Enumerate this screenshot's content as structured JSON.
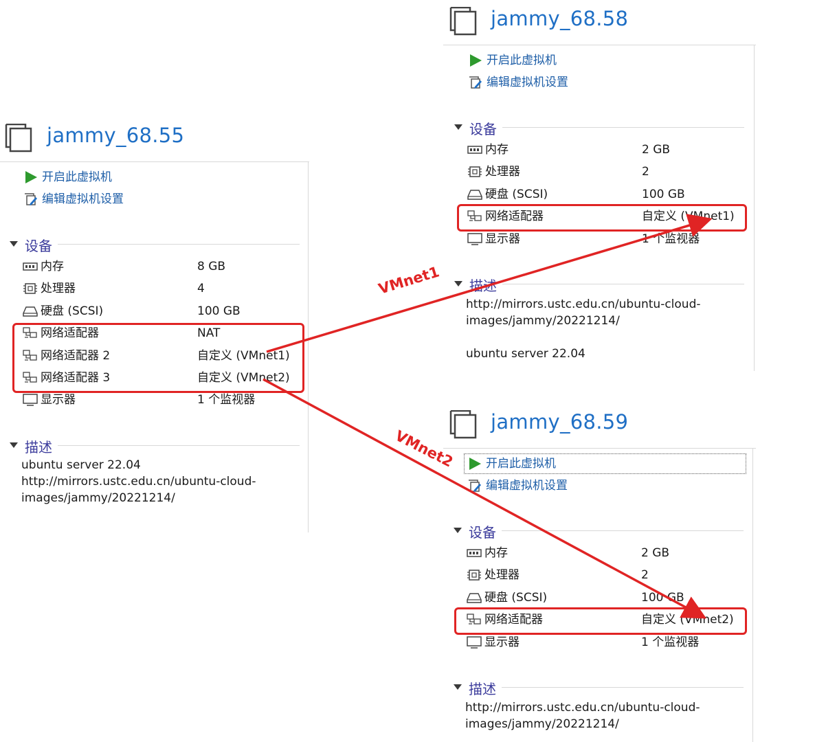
{
  "vms": [
    {
      "title": "jammy_68.55",
      "actions": {
        "power_on": "开启此虚拟机",
        "edit_settings": "编辑虚拟机设置"
      },
      "devices_header": "设备",
      "devices": [
        {
          "name": "内存",
          "value": "8 GB",
          "icon": "memory-icon"
        },
        {
          "name": "处理器",
          "value": "4",
          "icon": "cpu-icon"
        },
        {
          "name": "硬盘 (SCSI)",
          "value": "100 GB",
          "icon": "hard-disk-icon"
        },
        {
          "name": "网络适配器",
          "value": "NAT",
          "icon": "network-adapter-icon"
        },
        {
          "name": "网络适配器 2",
          "value": "自定义 (VMnet1)",
          "icon": "network-adapter-icon"
        },
        {
          "name": "网络适配器 3",
          "value": "自定义 (VMnet2)",
          "icon": "network-adapter-icon"
        },
        {
          "name": "显示器",
          "value": "1 个监视器",
          "icon": "monitor-icon"
        }
      ],
      "description_header": "描述",
      "description_lines": [
        "ubuntu server 22.04",
        "http://mirrors.ustc.edu.cn/ubuntu-cloud-",
        "images/jammy/20221214/"
      ]
    },
    {
      "title": "jammy_68.58",
      "actions": {
        "power_on": "开启此虚拟机",
        "edit_settings": "编辑虚拟机设置"
      },
      "devices_header": "设备",
      "devices": [
        {
          "name": "内存",
          "value": "2 GB",
          "icon": "memory-icon"
        },
        {
          "name": "处理器",
          "value": "2",
          "icon": "cpu-icon"
        },
        {
          "name": "硬盘 (SCSI)",
          "value": "100 GB",
          "icon": "hard-disk-icon"
        },
        {
          "name": "网络适配器",
          "value": "自定义 (VMnet1)",
          "icon": "network-adapter-icon"
        },
        {
          "name": "显示器",
          "value": "1 个监视器",
          "icon": "monitor-icon"
        }
      ],
      "description_header": "描述",
      "description_lines": [
        "http://mirrors.ustc.edu.cn/ubuntu-cloud-",
        "images/jammy/20221214/",
        "",
        "ubuntu server 22.04"
      ]
    },
    {
      "title": "jammy_68.59",
      "actions": {
        "power_on": "开启此虚拟机",
        "edit_settings": "编辑虚拟机设置"
      },
      "devices_header": "设备",
      "devices": [
        {
          "name": "内存",
          "value": "2 GB",
          "icon": "memory-icon"
        },
        {
          "name": "处理器",
          "value": "2",
          "icon": "cpu-icon"
        },
        {
          "name": "硬盘 (SCSI)",
          "value": "100 GB",
          "icon": "hard-disk-icon"
        },
        {
          "name": "网络适配器",
          "value": "自定义 (VMnet2)",
          "icon": "network-adapter-icon"
        },
        {
          "name": "显示器",
          "value": "1 个监视器",
          "icon": "monitor-icon"
        }
      ],
      "description_header": "描述",
      "description_lines": [
        "http://mirrors.ustc.edu.cn/ubuntu-cloud-",
        "images/jammy/20221214/"
      ]
    }
  ],
  "annotations": {
    "link1": "VMnet1",
    "link2": "VMnet2"
  },
  "colors": {
    "title": "#1f6fc5",
    "link": "#1f5fa8",
    "section": "#3c3c9c",
    "highlight": "#e02424",
    "play": "#2e9a2e"
  }
}
